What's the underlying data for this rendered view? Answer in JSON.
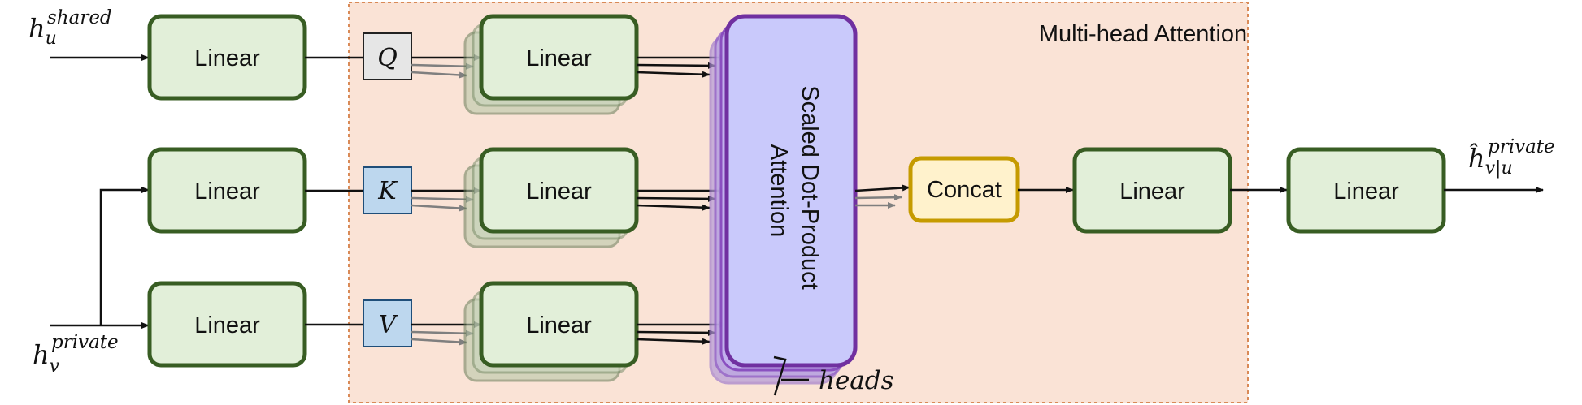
{
  "inputs": {
    "shared": {
      "base": "h",
      "sub": "u",
      "sup": "shared"
    },
    "private": {
      "base": "h",
      "sub": "v",
      "sup": "private"
    }
  },
  "output": {
    "base": "ĥ",
    "sub": "v|u",
    "sup": "private"
  },
  "region_title": "Multi-head Attention",
  "linear_label": "Linear",
  "qkv": {
    "q": "Q",
    "k": "K",
    "v": "V"
  },
  "attention_lines": [
    "Scaled Dot-Product",
    "Attention"
  ],
  "concat_label": "Concat",
  "heads_label": "heads",
  "colors": {
    "region_fill": "#fae3d6",
    "region_border": "#d98a57",
    "linear_fill": "#e2efd9",
    "linear_border": "#385d23",
    "q_fill": "#e6e6e6",
    "kv_fill": "#bdd7ee",
    "attention_fill": "#c9c9fb",
    "attention_border": "#7030a0",
    "concat_fill": "#fff2cc",
    "concat_border": "#c59b00"
  }
}
